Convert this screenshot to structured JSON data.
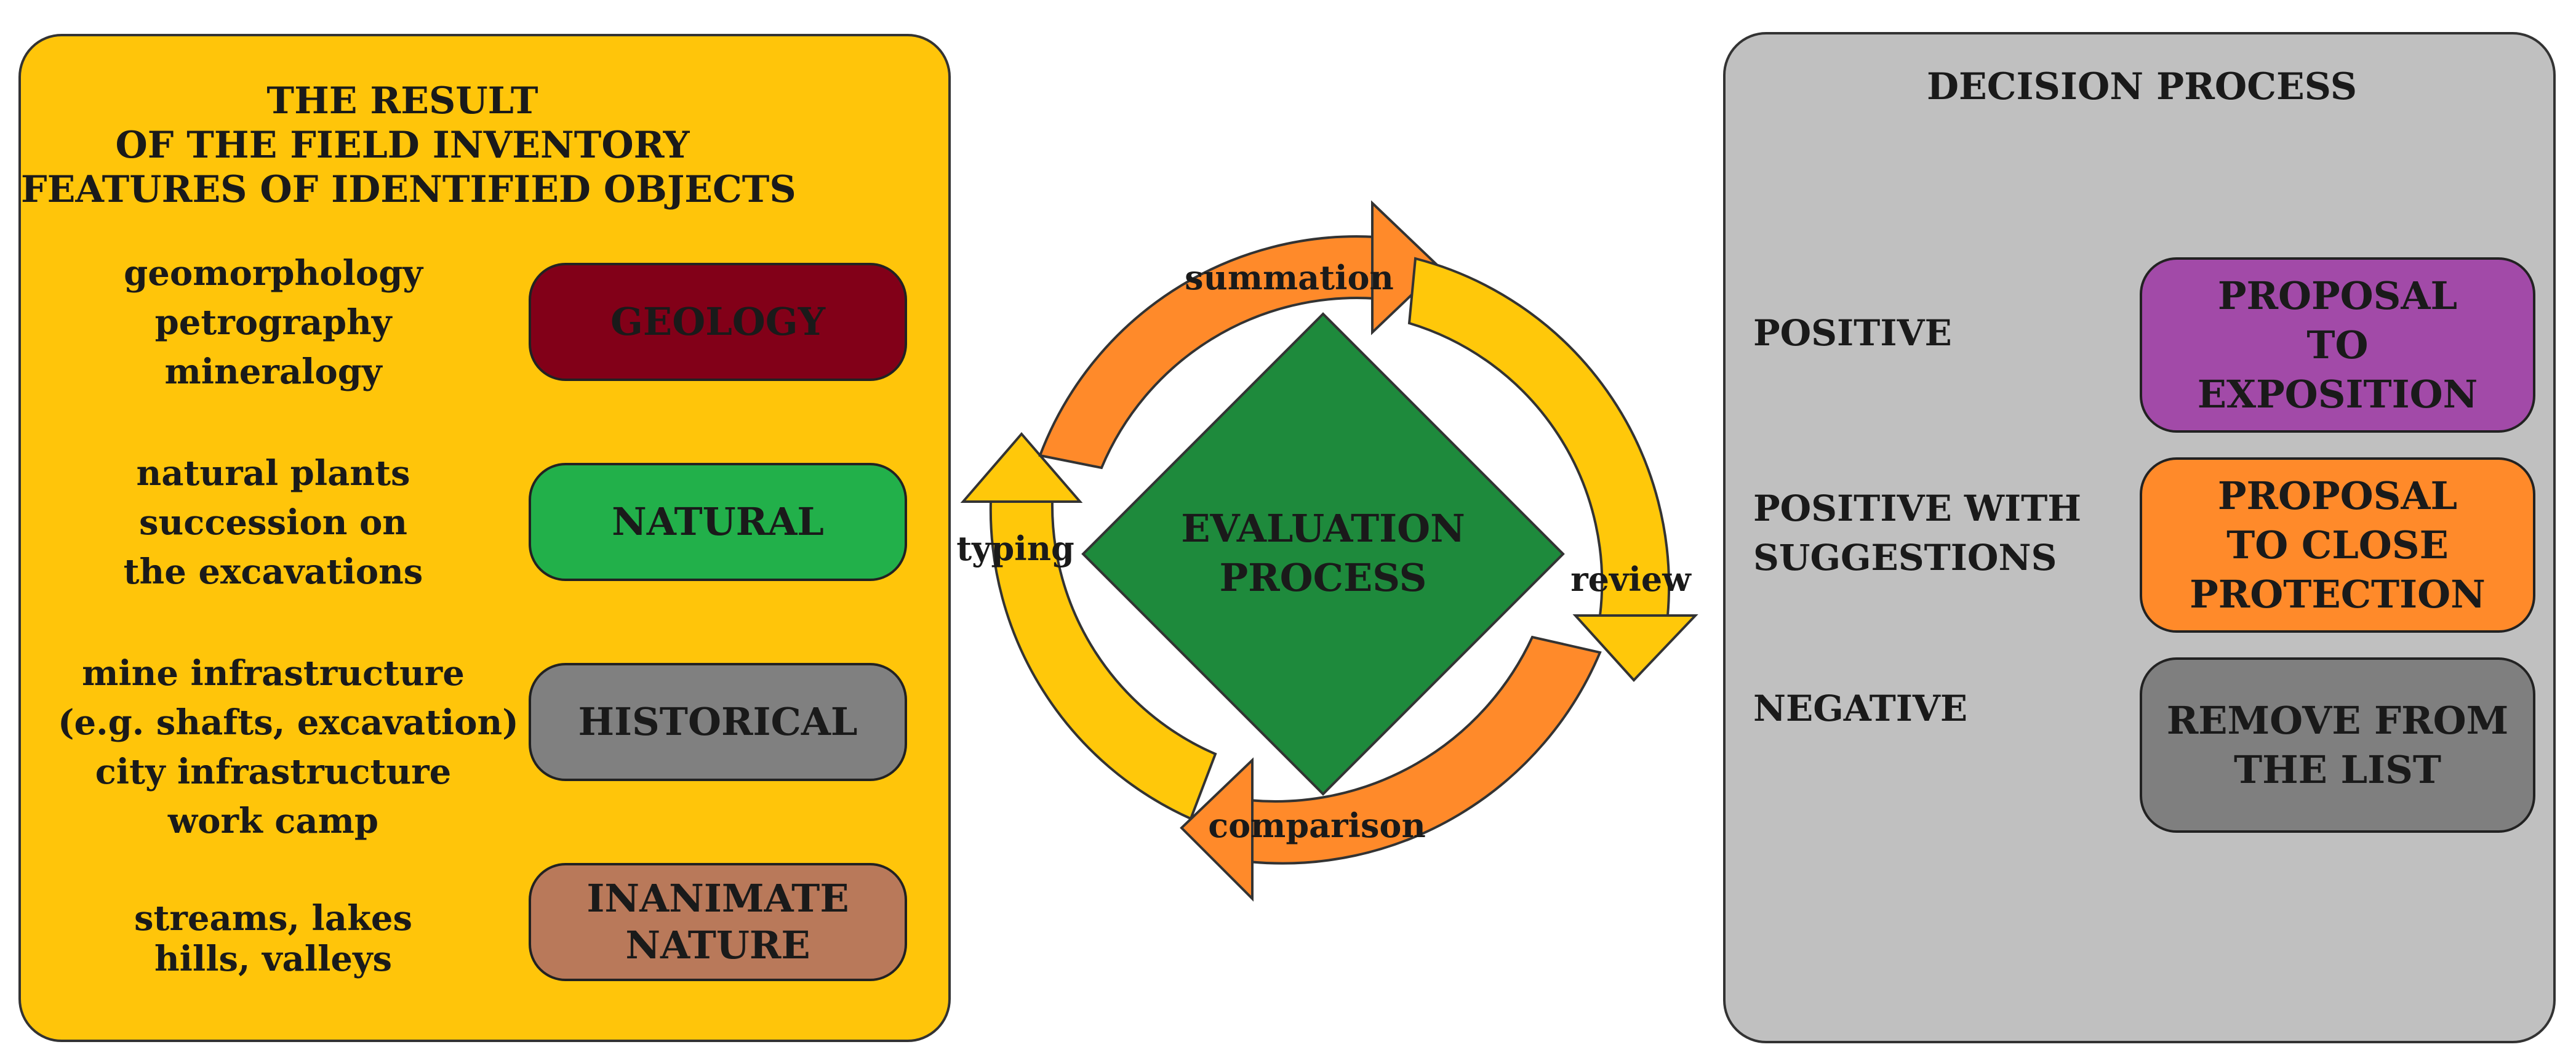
{
  "left_panel": {
    "title_lines": [
      "THE RESULT",
      "OF THE FIELD INVENTORY",
      "FEATURES OF IDENTIFIED OBJECTS"
    ],
    "groups": [
      {
        "features": [
          "geomorphology",
          "petrography",
          "mineralogy"
        ],
        "category": [
          "GEOLOGY"
        ],
        "color": "#820018"
      },
      {
        "features": [
          "natural plants",
          "succession on",
          "the excavations"
        ],
        "category": [
          "NATURAL"
        ],
        "color": "#22B04A"
      },
      {
        "features": [
          "mine infrastructure",
          "(e.g. shafts, excavation)",
          "city infrastructure",
          "work camp"
        ],
        "category": [
          "HISTORICAL"
        ],
        "color": "#808080"
      },
      {
        "features": [
          "streams, lakes",
          "hills, valleys"
        ],
        "category": [
          "INANIMATE",
          "NATURE"
        ],
        "color": "#B9795A"
      }
    ],
    "color": "#FFC50A"
  },
  "cycle": {
    "center": [
      "EVALUATION",
      "PROCESS"
    ],
    "center_color": "#1E8A3C",
    "steps": [
      "summation",
      "review",
      "comparison",
      "typing"
    ],
    "arrow_colors": [
      "#FF8A2A",
      "#FFC80A"
    ]
  },
  "right_panel": {
    "title": "DECISION PROCESS",
    "color": "#C0C0C0",
    "outcomes": [
      {
        "label": [
          "POSITIVE"
        ],
        "action": [
          "PROPOSAL",
          "TO",
          "EXPOSITION"
        ],
        "color": "#A24AA8"
      },
      {
        "label": [
          "POSITIVE WITH",
          "SUGGESTIONS"
        ],
        "action": [
          "PROPOSAL",
          "TO CLOSE",
          "PROTECTION"
        ],
        "color": "#FF8A2A"
      },
      {
        "label": [
          "NEGATIVE"
        ],
        "action": [
          "REMOVE FROM",
          "THE LIST"
        ],
        "color": "#7F7F7F"
      }
    ]
  }
}
